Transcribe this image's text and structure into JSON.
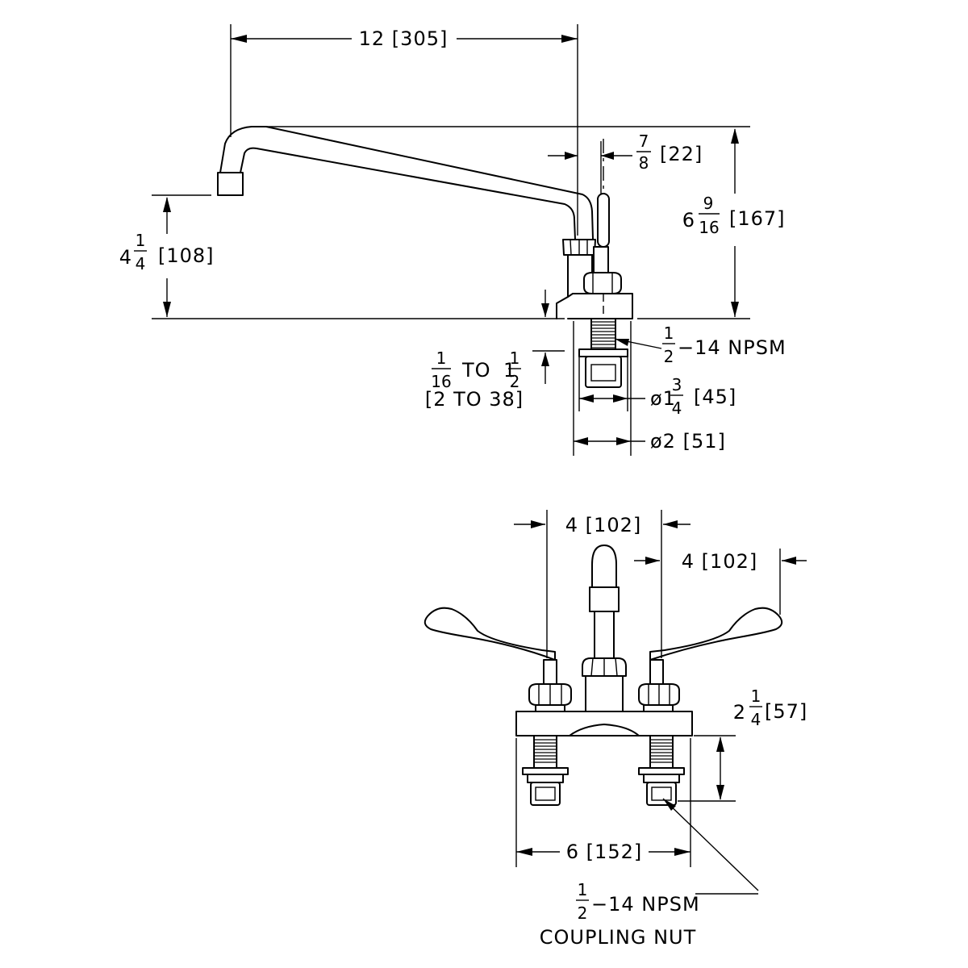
{
  "side_view": {
    "spout_reach": "12 [305]",
    "spout_offset_num": "7",
    "spout_offset_den": "8",
    "spout_offset_mm": "[22]",
    "height_whole": "6",
    "height_num": "9",
    "height_den": "16",
    "height_mm": "[167]",
    "outlet_whole": "4",
    "outlet_num": "1",
    "outlet_den": "4",
    "outlet_mm": "[108]",
    "shank_num": "1",
    "shank_den": "2",
    "shank_thread": "−14 NPSM",
    "deck_num": "1",
    "deck_den": "16",
    "deck_to": "TO",
    "deck_whole": "1",
    "deck_num2": "1",
    "deck_den2": "2",
    "deck_mm": "[2 TO 38]",
    "base_dia_whole": "ø1",
    "base_dia_num": "3",
    "base_dia_den": "4",
    "base_dia_mm": "[45]",
    "flange_dia": "ø2 [51]"
  },
  "front_view": {
    "handle_reach_left": "4 [102]",
    "handle_reach_right": "4 [102]",
    "center_spacing": "6 [152]",
    "shank_len_whole": "2",
    "shank_len_num": "1",
    "shank_len_den": "4",
    "shank_len_mm": "[57]",
    "callout_num": "1",
    "callout_den": "2",
    "callout_thread": "−14 NPSM",
    "callout_part": "COUPLING NUT"
  }
}
